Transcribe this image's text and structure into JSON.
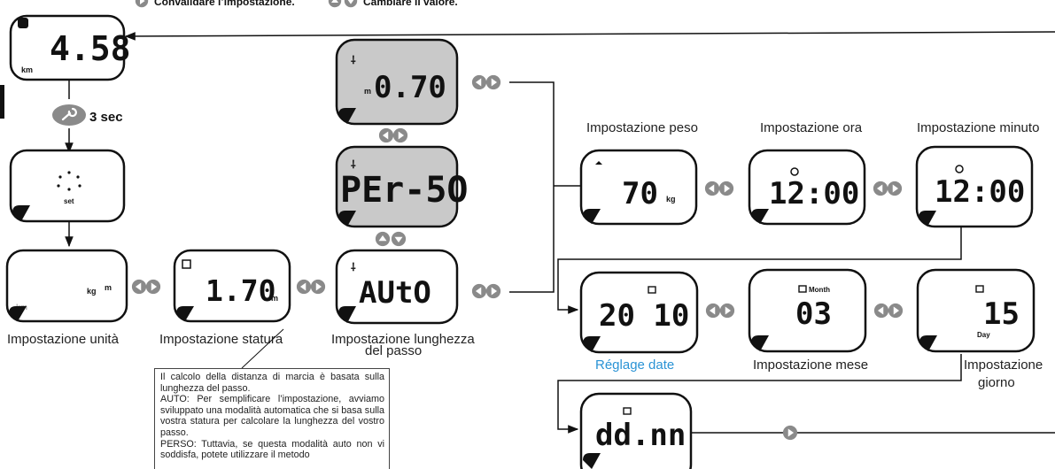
{
  "instructions": {
    "confirm": "Convalidare l’impostazione.",
    "change": "Cambiare il valore."
  },
  "hold": "3 sec",
  "screens": {
    "km_display": {
      "value": "4.58",
      "unit": "km"
    },
    "set": {
      "value": "set"
    },
    "units": {
      "km": "km",
      "kg": "kg",
      "m": "m"
    },
    "height": {
      "value": "1.70",
      "unit": "m"
    },
    "stride_auto": {
      "value": "AUtO"
    },
    "stride_perso": {
      "value": "PEr-5O"
    },
    "stride_value": {
      "value": "0.70",
      "unit": "m"
    },
    "weight": {
      "value": "70",
      "unit": "kg"
    },
    "hour": {
      "value": "12:00"
    },
    "minute": {
      "value": "12:00"
    },
    "year": {
      "value": "20 10"
    },
    "month": {
      "value": "03",
      "label": "Month"
    },
    "day": {
      "value": "15",
      "label": "Day"
    },
    "date_format": {
      "value": "dd.nn"
    }
  },
  "captions": {
    "units": "Impostazione unità",
    "height": "Impostazione statura",
    "stride": [
      "Impostazione lunghezza",
      "del passo"
    ],
    "weight": "Impostazione peso",
    "hour": "Impostazione ora",
    "minute": "Impostazione minuto",
    "date": "Réglage date",
    "month": "Impostazione mese",
    "day": [
      "Impostazione",
      "giorno"
    ]
  },
  "note": [
    "Il calcolo della distanza di marcia è basata sulla lunghezza del passo.",
    "AUTO: Per semplificare l’impostazione, avviamo sviluppato una modalità automatica che si basa sulla vostra statura per calcolare la lunghezza del vostro passo.",
    "PERSO: Tuttavia, se questa modalità auto non vi soddisfa, potete utilizzare il metodo"
  ],
  "colors": {
    "accent_blue": "#2a93d5",
    "screen_grey": "#c9c9c9",
    "button_grey": "#8a8a8a"
  }
}
